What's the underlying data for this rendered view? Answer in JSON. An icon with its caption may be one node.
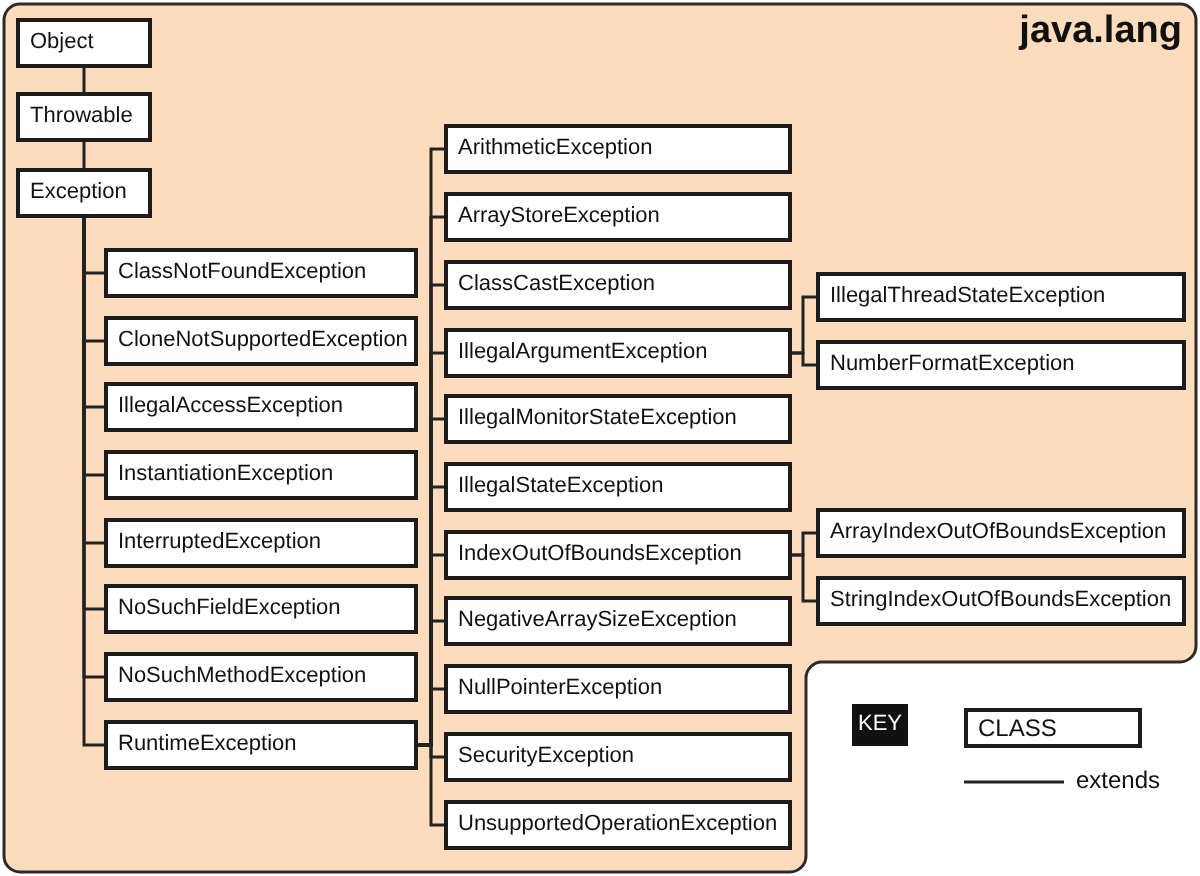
{
  "diagram": {
    "nodes": [
      {
        "text": [
          "java.lang"
        ]
      },
      {
        "text": [
          "Object"
        ],
        "in": 0
      },
      {
        "text": [
          "Throwable"
        ],
        "in": 0
      },
      {
        "text": [
          "Exception"
        ],
        "in": 0
      },
      {
        "text": [
          "ClassNotFoundException"
        ],
        "in": 0
      },
      {
        "text": [
          "CloneNotSupportedException"
        ],
        "in": 0
      },
      {
        "text": [
          "IllegalAccessException"
        ],
        "in": 0
      },
      {
        "text": [
          "InstantiationException"
        ],
        "in": 0
      },
      {
        "text": [
          "InterruptedException"
        ],
        "in": 0
      },
      {
        "text": [
          "NoSuchFieldException"
        ],
        "in": 0
      },
      {
        "text": [
          "NoSuchMethodException"
        ],
        "in": 0
      },
      {
        "text": [
          "RuntimeException"
        ],
        "in": 0
      },
      {
        "text": [
          "ArithmeticException"
        ],
        "in": 0
      },
      {
        "text": [
          "ArrayStoreException"
        ],
        "in": 0
      },
      {
        "text": [
          "ClassCastException"
        ],
        "in": 0
      },
      {
        "text": [
          "IllegalArgumentException"
        ],
        "in": 0
      },
      {
        "text": [
          "IllegalMonitorStateException"
        ],
        "in": 0
      },
      {
        "text": [
          "IllegalStateException"
        ],
        "in": 0
      },
      {
        "text": [
          "IndexOutOfBoundsException"
        ],
        "in": 0
      },
      {
        "text": [
          "NegativeArraySizeException"
        ],
        "in": 0
      },
      {
        "text": [
          "NullPointerException"
        ],
        "in": 0
      },
      {
        "text": [
          "SecurityException"
        ],
        "in": 0
      },
      {
        "text": [
          "UnsupportedOperationException"
        ],
        "in": 0
      },
      {
        "text": [
          "IllegalThreadStateException"
        ],
        "in": 0
      },
      {
        "text": [
          "NumberFormatException"
        ],
        "in": 0
      },
      {
        "text": [
          "ArrayIndexOutOfBoundsException"
        ],
        "in": 0
      },
      {
        "text": [
          "StringIndexOutOfBoundsException"
        ],
        "in": 0
      }
    ],
    "edges": [
      {
        "from": 1,
        "to": 2,
        "arrow": "none"
      },
      {
        "from": 2,
        "to": 3,
        "arrow": "none"
      },
      {
        "from": 3,
        "to": 4,
        "arrow": "none"
      },
      {
        "from": 3,
        "to": 5,
        "arrow": "none"
      },
      {
        "from": 3,
        "to": 6,
        "arrow": "none"
      },
      {
        "from": 3,
        "to": 7,
        "arrow": "none"
      },
      {
        "from": 3,
        "to": 8,
        "arrow": "none"
      },
      {
        "from": 3,
        "to": 9,
        "arrow": "none"
      },
      {
        "from": 3,
        "to": 10,
        "arrow": "none"
      },
      {
        "from": 3,
        "to": 11,
        "arrow": "none"
      },
      {
        "from": 11,
        "to": 12,
        "arrow": "none"
      },
      {
        "from": 11,
        "to": 13,
        "arrow": "none"
      },
      {
        "from": 11,
        "to": 14,
        "arrow": "none"
      },
      {
        "from": 11,
        "to": 15,
        "arrow": "none"
      },
      {
        "from": 11,
        "to": 16,
        "arrow": "none"
      },
      {
        "from": 11,
        "to": 17,
        "arrow": "none"
      },
      {
        "from": 11,
        "to": 18,
        "arrow": "none"
      },
      {
        "from": 11,
        "to": 19,
        "arrow": "none"
      },
      {
        "from": 11,
        "to": 20,
        "arrow": "none"
      },
      {
        "from": 11,
        "to": 21,
        "arrow": "none"
      },
      {
        "from": 11,
        "to": 22,
        "arrow": "none"
      },
      {
        "from": 15,
        "to": 23,
        "arrow": "none"
      },
      {
        "from": 15,
        "to": 24,
        "arrow": "none"
      },
      {
        "from": 18,
        "to": 25,
        "arrow": "none"
      },
      {
        "from": 18,
        "to": 26,
        "arrow": "none"
      }
    ],
    "labels": [
      "KEY"
    ],
    "legend": [
      {
        "text": "CLASS"
      },
      {
        "text": "extends"
      }
    ]
  }
}
